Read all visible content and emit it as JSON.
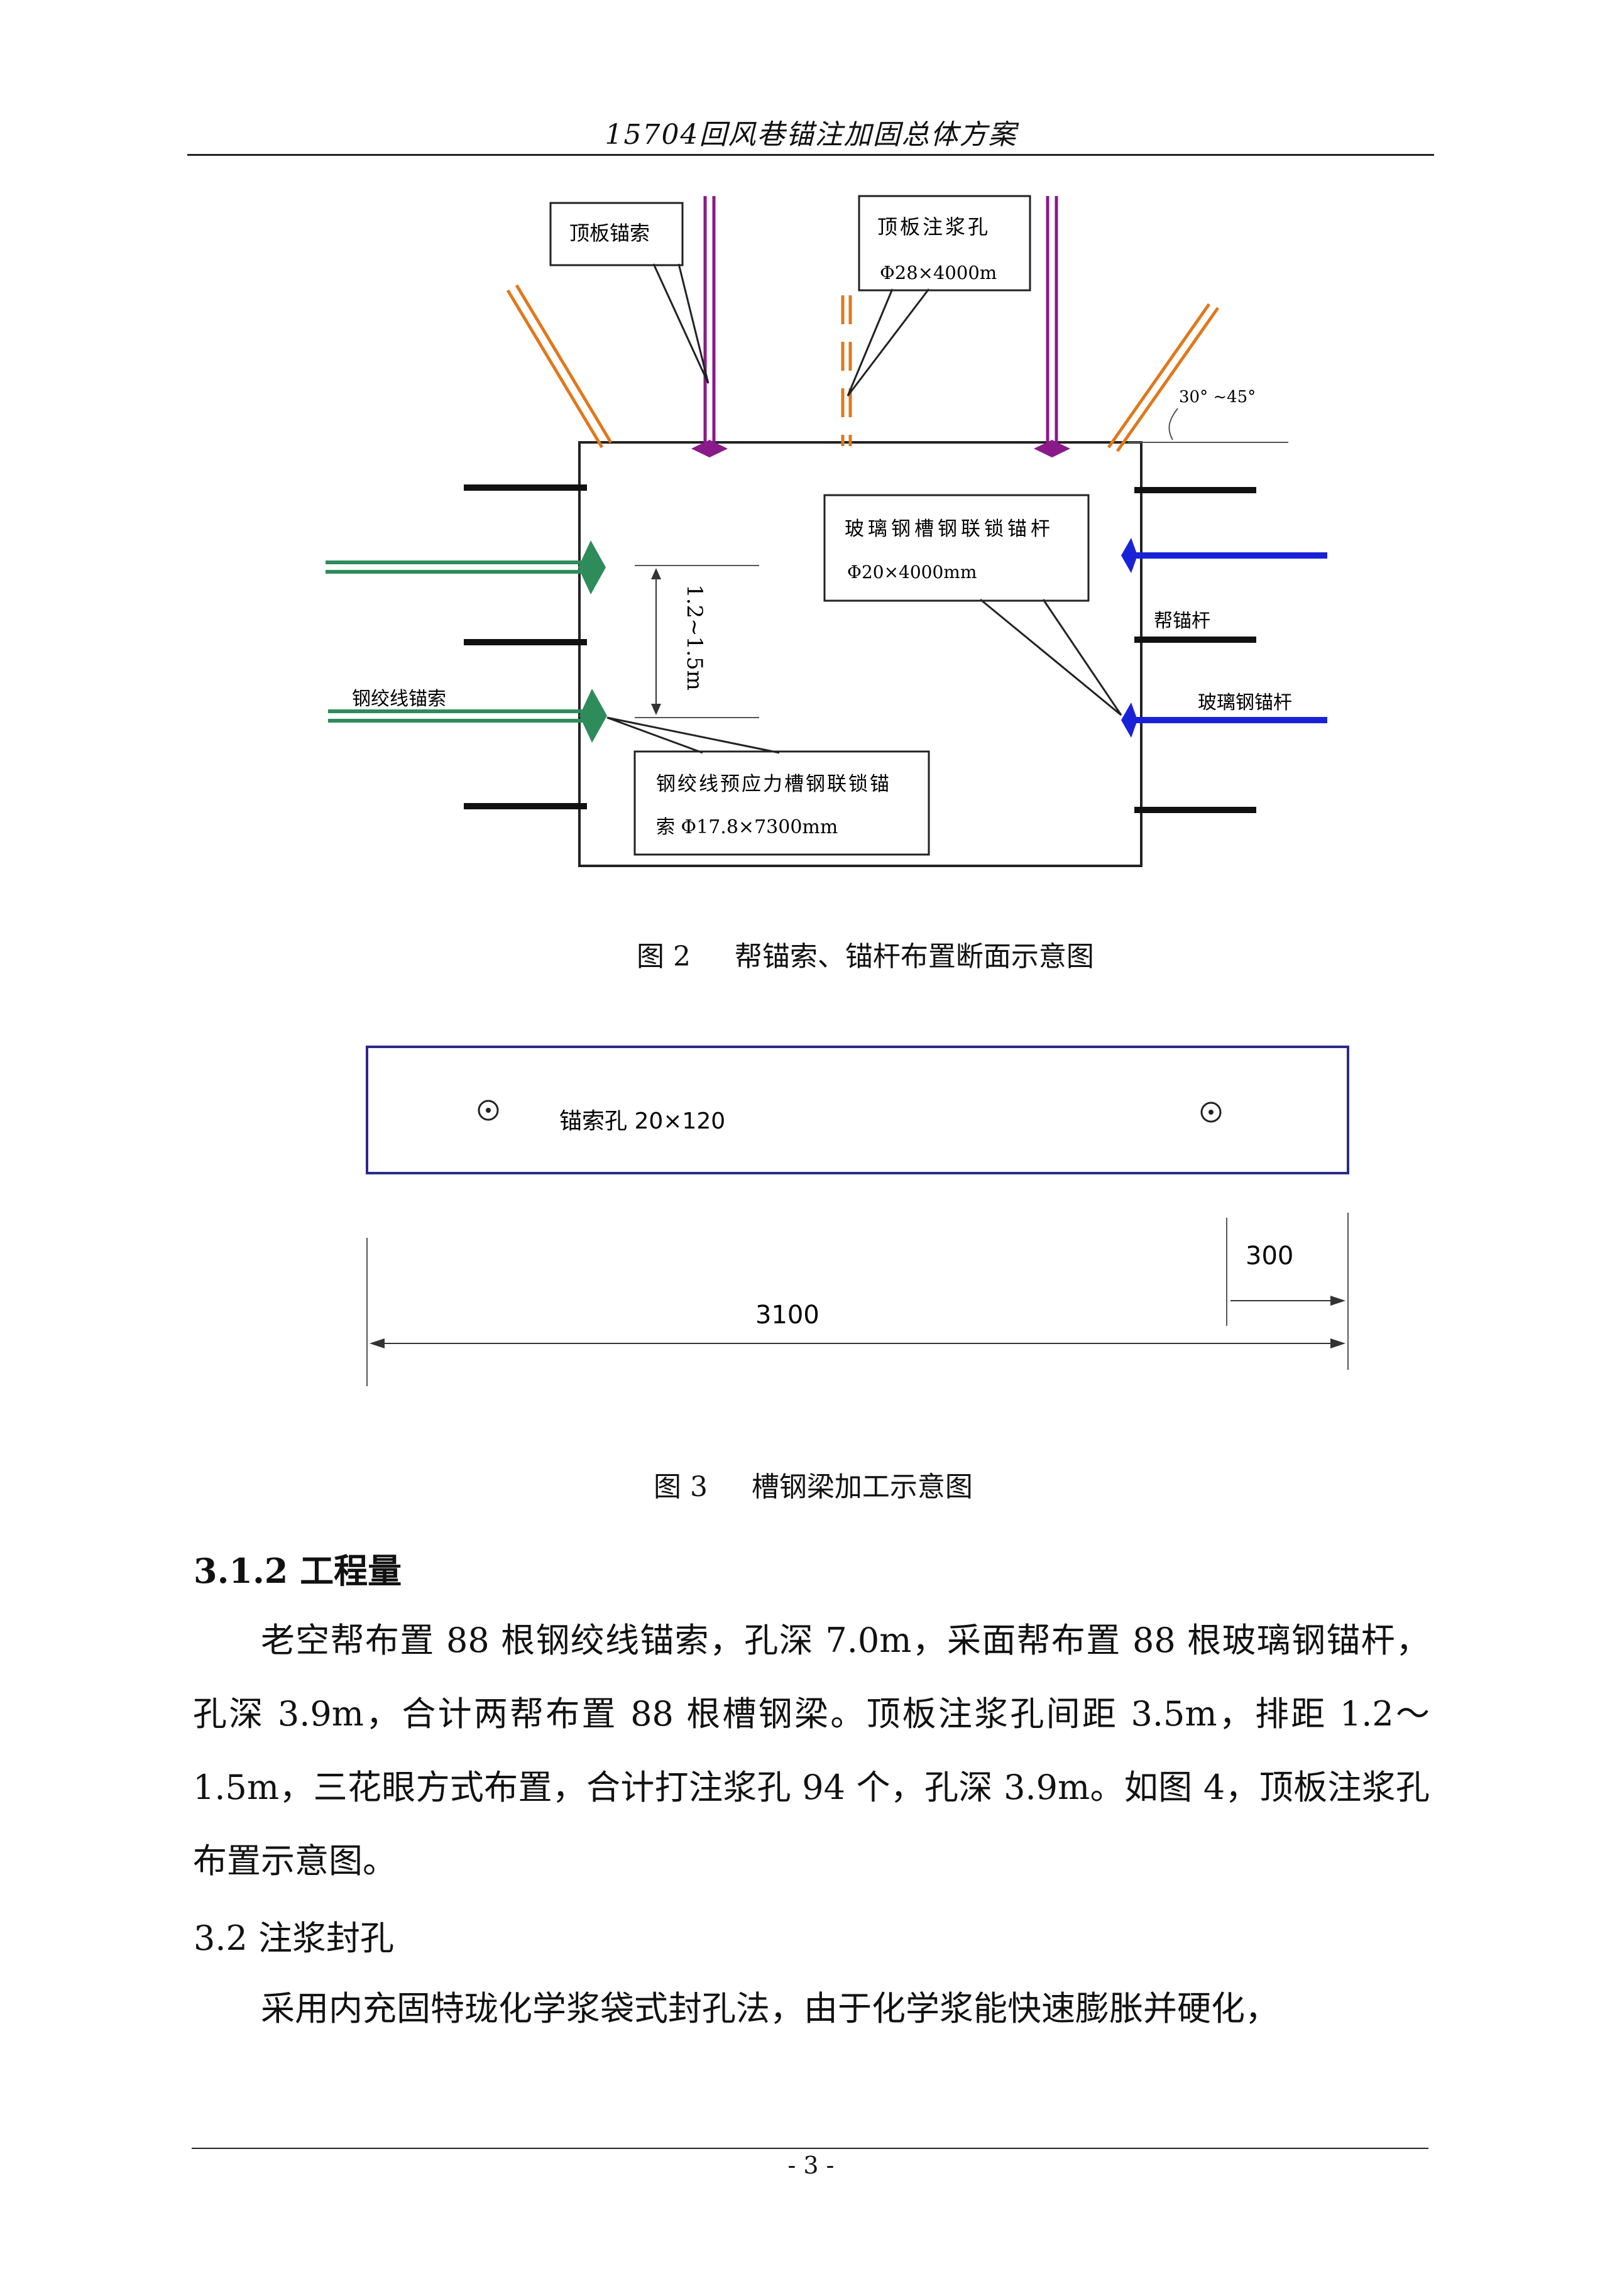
{
  "header": {
    "title": "15704回风巷锚注加固总体方案"
  },
  "figure2": {
    "labels": {
      "roof_cable": "顶板锚索",
      "roof_grout_hole": "顶板注浆孔",
      "roof_grout_spec": "Φ28×4000m",
      "angle": "30° ~45°",
      "frp_channel_bolt": "玻璃钢槽钢联锁锚杆",
      "frp_channel_spec": "Φ20×4000mm",
      "rib_bolt": "帮锚杆",
      "frp_bolt": "玻璃钢锚杆",
      "strand_cable": "钢绞线锚索",
      "spacing": "1.2~1.5m",
      "prestress_cable_line1": "钢绞线预应力槽钢联锁锚",
      "prestress_cable_line2": "索 Φ17.8×7300mm"
    },
    "caption": "图 2     帮锚索、锚杆布置断面示意图"
  },
  "figure3": {
    "hole_label": "锚索孔 20×120",
    "dim_total": "3100",
    "dim_edge": "300",
    "caption": "图 3     槽钢梁加工示意图"
  },
  "section_312": {
    "heading": "3.1.2  工程量",
    "paragraph": "老空帮布置 88 根钢绞线锚索，孔深 7.0m，采面帮布置 88 根玻璃钢锚杆，孔深 3.9m，合计两帮布置 88 根槽钢梁。顶板注浆孔间距 3.5m，排距 1.2～1.5m，三花眼方式布置，合计打注浆孔 94 个，孔深 3.9m。如图 4，顶板注浆孔布置示意图。"
  },
  "section_32": {
    "heading": "3.2 注浆封孔",
    "paragraph": "采用内充固特珑化学浆袋式封孔法，由于化学浆能快速膨胀并硬化，"
  },
  "footer": {
    "page_number": "- 3 -"
  },
  "colors": {
    "purple": "#8a1a8a",
    "orange": "#e0781c",
    "green": "#2e8b5a",
    "blue": "#1a22d8",
    "frame_blue": "#2a2a8a"
  }
}
